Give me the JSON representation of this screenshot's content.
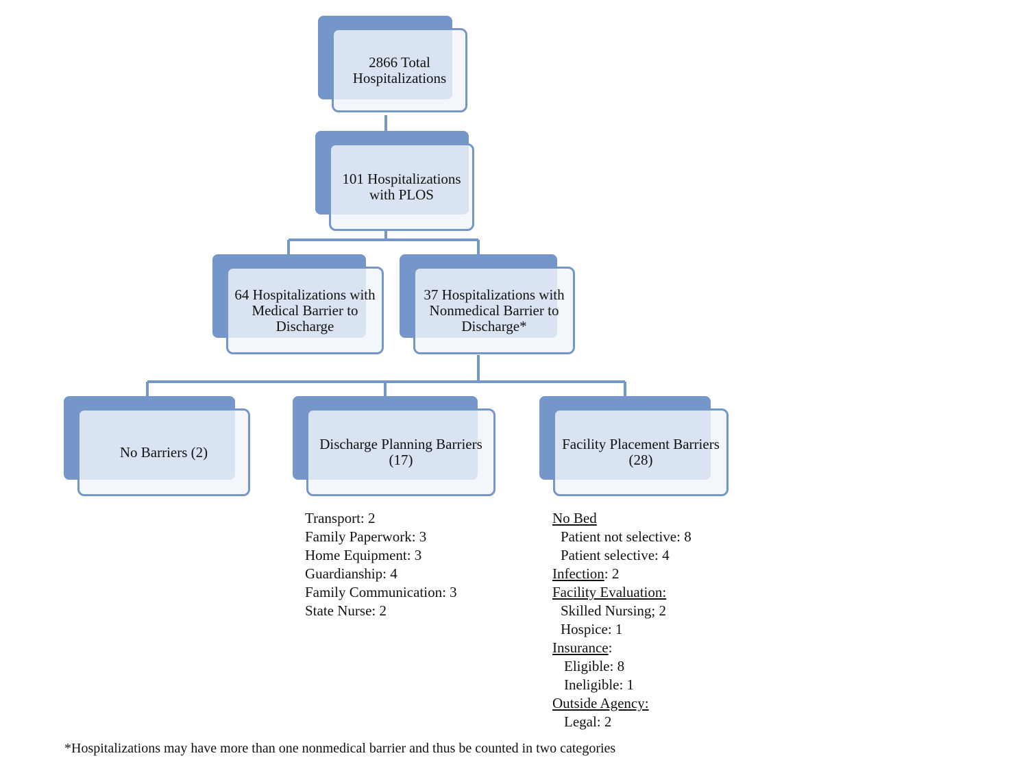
{
  "nodes": {
    "total": "2866  Total Hospitalizations",
    "plos": "101 Hospitalizations with PLOS",
    "medical": "64 Hospitalizations with Medical Barrier to Discharge",
    "nonmedical": "37 Hospitalizations with Nonmedical Barrier to Discharge*",
    "no_barriers": "No Barriers (2)",
    "discharge_planning": "Discharge Planning Barriers  (17)",
    "facility_placement": "Facility Placement Barriers (28)"
  },
  "discharge_planning_list": [
    "Transport: 2",
    "Family Paperwork: 3",
    "Home Equipment: 3",
    "Guardianship: 4",
    "Family Communication: 3",
    "State Nurse: 2"
  ],
  "facility_list": {
    "no_bed": "No Bed",
    "not_selective": "Patient not selective: 8",
    "selective": "Patient selective: 4",
    "infection": "Infection",
    "infection_value": ": 2",
    "facility_eval": "Facility Evaluation:",
    "skilled": "Skilled Nursing; 2",
    "hospice": "Hospice: 1",
    "insurance": "Insurance",
    "insurance_colon": ":",
    "eligible": "Eligible: 8",
    "ineligible": "Ineligible: 1",
    "outside_agency": "Outside Agency:",
    "legal": "Legal: 2"
  },
  "footnote": "*Hospitalizations may have more than one nonmedical barrier and thus be counted in two categories",
  "colors": {
    "box": "#7496c8",
    "fill": "#eef2f9"
  }
}
